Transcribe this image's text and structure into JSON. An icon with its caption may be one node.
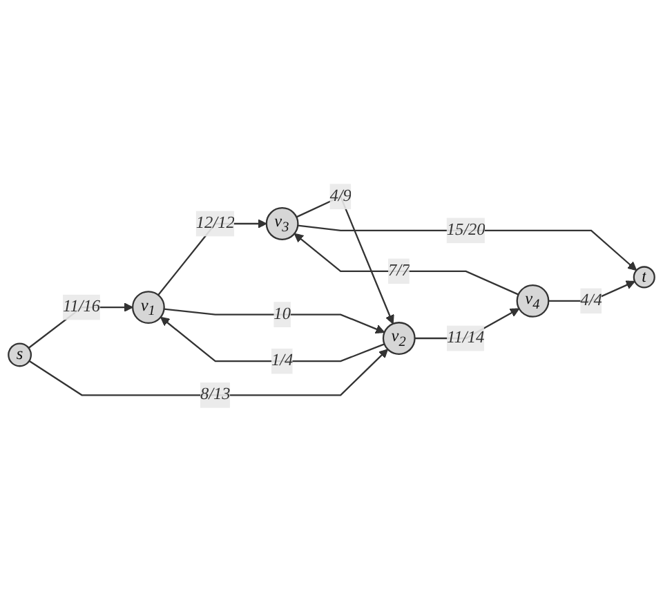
{
  "diagram": {
    "nodes": [
      {
        "text": [
          "s"
        ]
      },
      {
        "text": [
          "v$_{1}$"
        ]
      },
      {
        "text": [
          "v$_{3}$"
        ]
      },
      {
        "text": [
          "t"
        ]
      },
      {
        "text": [
          "v$_{2}$"
        ]
      },
      {
        "text": [
          "v$_{4}$"
        ]
      }
    ],
    "edges": [
      {
        "from": 0,
        "to": 1,
        "arrow": "to",
        "label": "11/16"
      },
      {
        "from": 0,
        "to": 4,
        "arrow": "to",
        "label": "8/13"
      },
      {
        "from": 1,
        "to": 2,
        "arrow": "to",
        "label": "12/12"
      },
      {
        "from": 1,
        "to": 4,
        "arrow": "to",
        "label": "10"
      },
      {
        "from": 4,
        "to": 1,
        "arrow": "to",
        "label": "1/4"
      },
      {
        "from": 2,
        "to": 4,
        "arrow": "to",
        "label": "4/9"
      },
      {
        "from": 2,
        "to": 3,
        "arrow": "to",
        "label": "15/20"
      },
      {
        "from": 4,
        "to": 5,
        "arrow": "to",
        "label": "11/14"
      },
      {
        "from": 5,
        "to": 2,
        "arrow": "to",
        "label": "7/7"
      },
      {
        "from": 5,
        "to": 3,
        "arrow": "to",
        "label": "4/4"
      }
    ]
  }
}
